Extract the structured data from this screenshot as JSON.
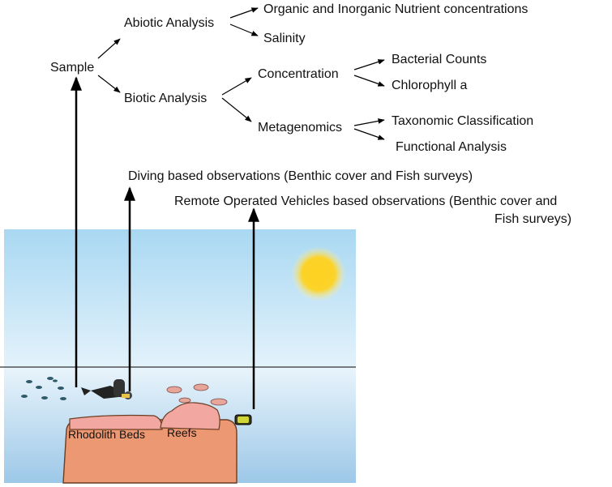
{
  "tree": {
    "root": "Sample",
    "abiotic": "Abiotic Analysis",
    "abiotic_children": [
      "Organic and Inorganic Nutrient concentrations",
      "Salinity"
    ],
    "biotic": "Biotic Analysis",
    "concentration": "Concentration",
    "concentration_children": [
      "Bacterial Counts",
      "Chlorophyll a"
    ],
    "metagenomics": "Metagenomics",
    "metagenomics_children": [
      "Taxonomic Classification",
      "Functional Analysis"
    ]
  },
  "observations": {
    "diving": "Diving based observations (Benthic cover and Fish surveys)",
    "rov_line1": "Remote Operated Vehicles based observations (Benthic cover and",
    "rov_line2": "Fish surveys)"
  },
  "scene": {
    "rhodolith": "Rhodolith Beds",
    "reefs": "Reefs"
  },
  "colors": {
    "sky_top": "#a9d8f2",
    "sky_bottom": "#e3f2fb",
    "water_top": "#e9f4fb",
    "water_bottom": "#9dc8e8",
    "rock": "#ec9872",
    "reef": "#f2a7a0",
    "sun": "#ffd21f"
  }
}
